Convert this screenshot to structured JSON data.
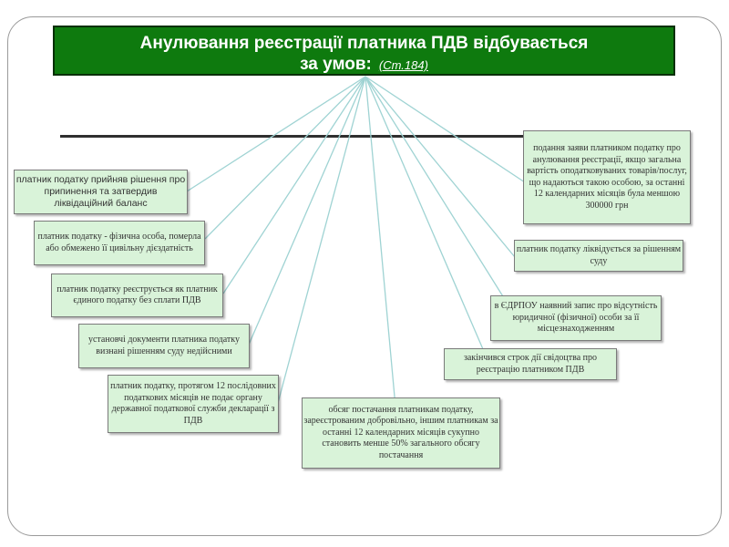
{
  "title": {
    "line1": "Анулювання реєстрації платника ПДВ відбувається",
    "line2": "за умов:",
    "article_ref": "(Ст.184)"
  },
  "conditions": [
    "платник податку прийняв рішення про припинення та затвердив ліквідаційний баланс",
    "платник податку - фізична особа, померла або обмежено її цивільну дієздатність",
    "платник податку реєструється як платник єдиного податку без сплати ПДВ",
    "установчі документи платника податку визнані рішенням суду недійсними",
    "платник податку, протягом 12 послідовних податкових місяців не подає органу державної податкової служби декларації з ПДВ",
    "обсяг постачання платникам податку, зареєстрованим добровільно, іншим платникам за останні 12 календарних місяців сукупно становить менше 50% загального обсягу постачання",
    "закінчився строк дії свідоцтва про реєстрацію платником ПДВ",
    "в ЄДРПОУ наявний запис про відсутність юридичної (фізичної) особи за її місцезнаходженням",
    "платник податку ліквідується за рішенням суду",
    "подання заяви платником податку про анулювання реєстрації, якщо загальна вартість оподатковуваних товарів/послуг, що надаються такою особою, за останні 12 календарних місяців була меншою 300000 грн"
  ],
  "colors": {
    "title_bg": "#0e7a0e",
    "box_bg": "#d9f3d9",
    "connector": "#9fd3d3"
  }
}
